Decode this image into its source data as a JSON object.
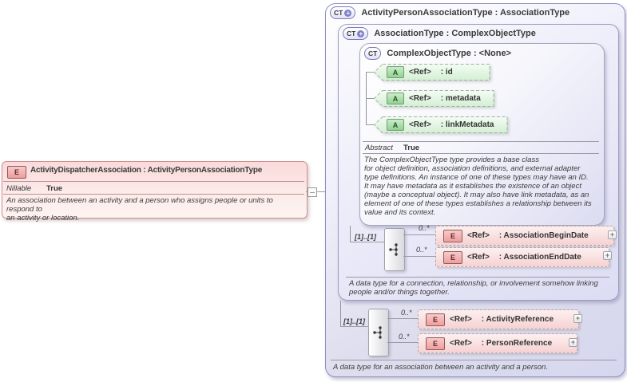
{
  "icons": {
    "element": "E",
    "attribute": "A",
    "complex_type": "CT",
    "derived_badge": "+",
    "expand": "+"
  },
  "colors": {
    "element_fill": "#f6d2d2",
    "element_border": "#cf8f8f",
    "attribute_fill": "#a9dca9",
    "type_border": "#8f8fc6",
    "type_fill": "#e2e2f6"
  },
  "left_element": {
    "title": "ActivityDispatcherAssociation : ActivityPersonAssociationType",
    "nillable_label": "Nillable",
    "nillable_value": "True",
    "description": "An association between an activity and a person who assigns people or units to respond to\nan activity or location."
  },
  "person_assoc": {
    "title": "ActivityPersonAssociationType : AssociationType",
    "description": "A data type for an association between an activity and a person.",
    "sequence": {
      "cardinality": "[1]..[1]",
      "items": [
        {
          "occurs": "0..*",
          "ref": "<Ref>",
          "name": ": ActivityReference",
          "expand": "+"
        },
        {
          "occurs": "0..*",
          "ref": "<Ref>",
          "name": ": PersonReference",
          "expand": "+"
        }
      ]
    }
  },
  "assoc_type": {
    "title": "AssociationType : ComplexObjectType",
    "description": "A data type for a connection, relationship, or involvement somehow linking\npeople and/or things together.",
    "sequence": {
      "cardinality": "[1]..[1]",
      "items": [
        {
          "occurs": "0..*",
          "ref": "<Ref>",
          "name": ": AssociationBeginDate",
          "expand": "+"
        },
        {
          "occurs": "0..*",
          "ref": "<Ref>",
          "name": ": AssociationEndDate",
          "expand": "+"
        }
      ]
    }
  },
  "complex_object_type": {
    "title": "ComplexObjectType : <None>",
    "abstract_label": "Abstract",
    "abstract_value": "True",
    "attributes": [
      {
        "ref": "<Ref>",
        "name": ": id"
      },
      {
        "ref": "<Ref>",
        "name": ": metadata"
      },
      {
        "ref": "<Ref>",
        "name": ": linkMetadata"
      }
    ],
    "description": "The ComplexObjectType type provides a base class\nfor object definition, association definitions, and external adapter\ntype definitions. An instance of one of these types may have an ID.\nIt may have metadata as it establishes the existence of an object\n(maybe a conceptual object). It may also have link metadata, as an\nelement of one of these types establishes a relationship between its\nvalue and its context."
  }
}
